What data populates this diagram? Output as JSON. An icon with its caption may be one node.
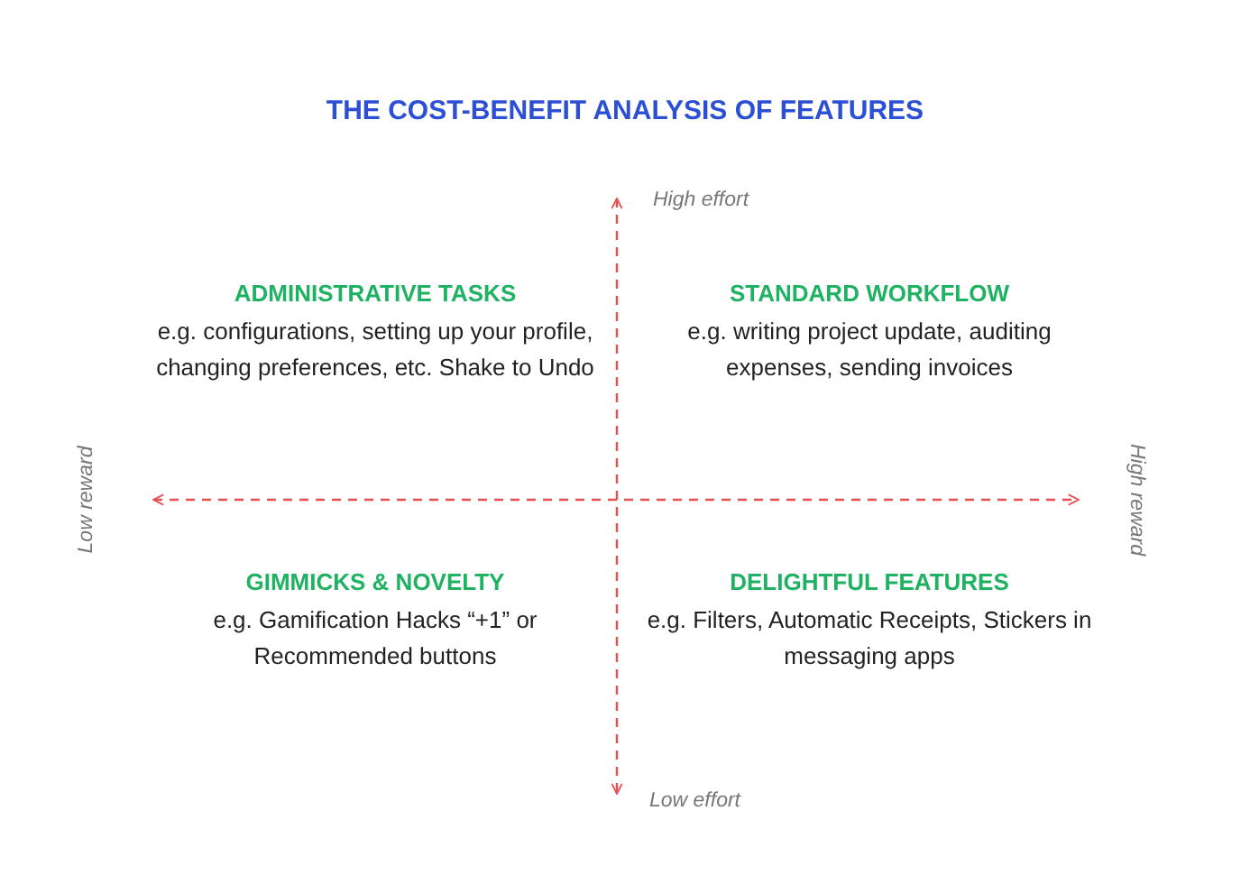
{
  "diagram": {
    "title": "THE COST-BENEFIT ANALYSIS OF FEATURES",
    "labels": [
      "High effort",
      "ADMINISTRATIVE TASKS",
      "e.g. configurations, setting up your profile, changing preferences, etc. Shake to Undo",
      "STANDARD WORKFLOW",
      "e.g. writing project update, auditing expenses, sending invoices",
      "Low reward",
      "High reward",
      "GIMMICKS & NOVELTY",
      "e.g. Gamification Hacks “+1” or Recommended buttons",
      "DELIGHTFUL FEATURES",
      "e.g. Filters, Automatic Receipts, Stickers in messaging apps",
      "Low effort"
    ]
  }
}
